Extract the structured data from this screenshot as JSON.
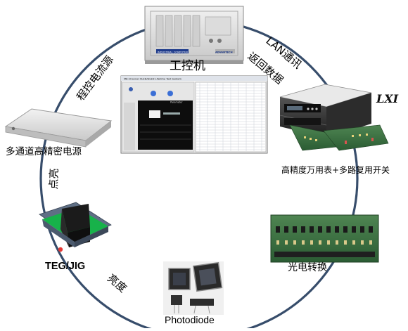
{
  "nodes": {
    "ipc": "工控机",
    "power_supply": "多通道高精密电源",
    "dmm": "高精度万用表+多路复用开关",
    "optoelectronic": "光电转换",
    "photodiode": "Photodiode",
    "teg_jig": "TEG/JIG"
  },
  "edges": {
    "program_current": "程控电流源",
    "lan_line1": "LAN通讯",
    "lan_line2": "返回数据",
    "light_up": "点亮",
    "brightness": "亮度"
  },
  "logos": {
    "lxi": "LXI",
    "advantech": "ADVANTECH",
    "ipc_panel": "INDUSTRIAL COMPUTER"
  },
  "screenshot": {
    "title": "M8-Channel OLED/QLED Lifetime Test System",
    "panel": "Parameter"
  },
  "colors": {
    "cycle": "#374d6b",
    "board_green": "#2f6b3a",
    "jig_green": "#17b24a",
    "device_dark": "#1e1e1e"
  }
}
